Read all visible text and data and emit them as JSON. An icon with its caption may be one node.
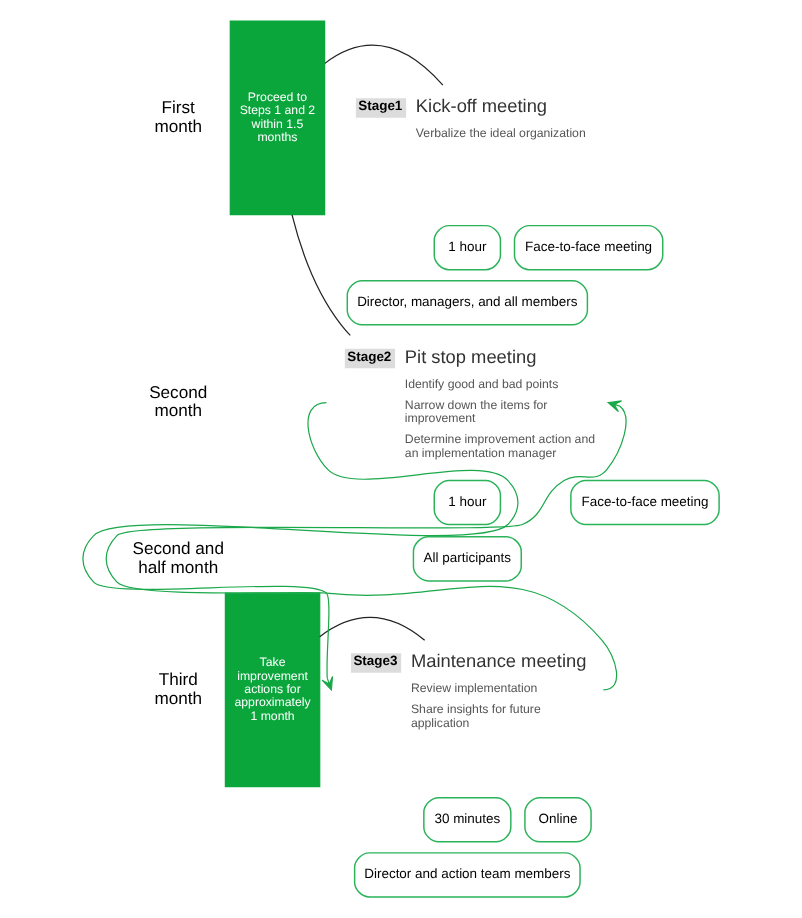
{
  "diagram": {
    "nodes": [
      {
        "text": [
          "Proceed to Steps 1 and 2 within 1.5 months"
        ]
      },
      {
        "text": [
          "Take improvement actions for approximately 1 month"
        ]
      },
      {
        "text": [
          "Stage1"
        ],
        "beside": [
          "Kick-off meeting",
          "Verbalize the ideal organization"
        ]
      },
      {
        "text": [
          "1 hour"
        ]
      },
      {
        "text": [
          "Face-to-face meeting"
        ]
      },
      {
        "text": [
          "Director, managers, and all members"
        ]
      },
      {
        "text": [
          "Stage2"
        ],
        "beside": [
          "Pit stop meeting",
          "Identify good and bad points",
          "Narrow down the items for improvement",
          "Determine improvement action and an implementation manager"
        ]
      },
      {
        "text": [
          "1 hour"
        ]
      },
      {
        "text": [
          "Face-to-face meeting"
        ]
      },
      {
        "text": [
          "All participants"
        ]
      },
      {
        "text": [
          "Stage3"
        ],
        "beside": [
          "Maintenance meeting",
          "Review implementation",
          "Share insights for future application"
        ]
      },
      {
        "text": [
          "30 minutes"
        ]
      },
      {
        "text": [
          "Online"
        ]
      },
      {
        "text": [
          "Director and action team members"
        ]
      }
    ],
    "edges": [
      {
        "from": 0,
        "to": 2,
        "arrow": "none",
        "color": "#222222"
      },
      {
        "from": 0,
        "to": 6,
        "arrow": "none",
        "color": "#222222"
      },
      {
        "from": 1,
        "to": 10,
        "arrow": "none",
        "color": "#222222"
      },
      {
        "from": 6,
        "to": 10,
        "arrow": "to",
        "color": "#1aa84a"
      },
      {
        "from": 10,
        "to": 6,
        "arrow": "to",
        "color": "#1aa84a"
      }
    ],
    "labels": [
      "First month",
      "Second month",
      "Second and half month",
      "Third month"
    ]
  }
}
